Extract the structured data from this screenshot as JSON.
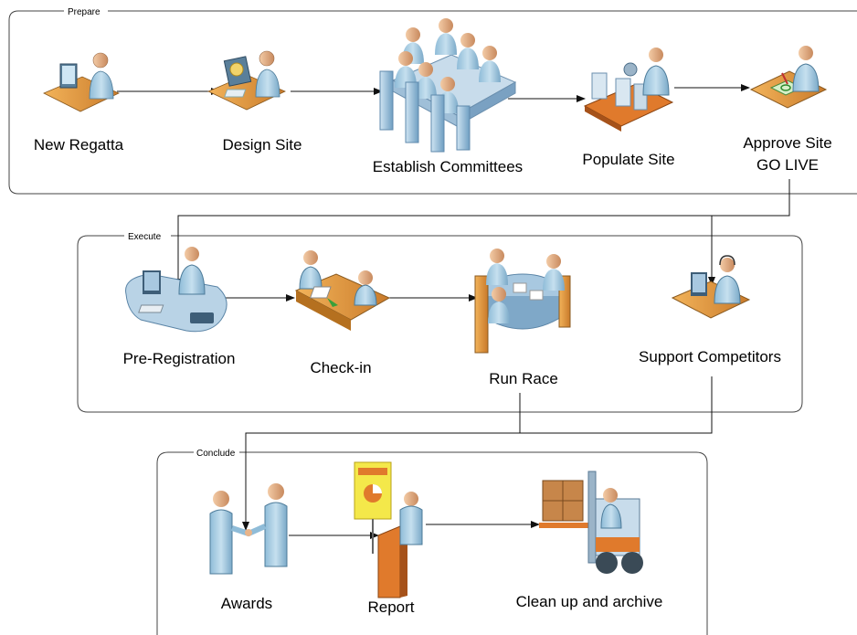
{
  "phases": {
    "prepare": "Prepare",
    "execute": "Execute",
    "conclude": "Conclude"
  },
  "steps": {
    "new_regatta": "New Regatta",
    "design_site": "Design Site",
    "establish_committees": "Establish Committees",
    "populate_site": "Populate Site",
    "approve_site_line1": "Approve Site",
    "approve_site_line2": "GO LIVE",
    "pre_registration": "Pre-Registration",
    "check_in": "Check-in",
    "run_race": "Run Race",
    "support_competitors": "Support Competitors",
    "awards": "Awards",
    "report": "Report",
    "clean_up": "Clean up and archive"
  },
  "icons": {
    "new_regatta": "person-at-computer-desk-icon",
    "design_site": "person-designing-monitor-icon",
    "establish_committees": "meeting-table-group-icon",
    "populate_site": "assembly-line-worker-icon",
    "approve_site": "person-signing-document-icon",
    "pre_registration": "reception-desk-computer-icon",
    "check_in": "two-people-exchange-document-icon",
    "run_race": "round-table-meeting-icon",
    "support_competitors": "headset-support-agent-icon",
    "awards": "handshake-icon",
    "report": "presenter-podium-icon",
    "clean_up": "forklift-crate-icon"
  },
  "colors": {
    "skin": "#e8b48a",
    "shirt": "#a9cfe4",
    "desk": "#e0a050",
    "orange": "#e07a2c",
    "frame": "#444444"
  }
}
